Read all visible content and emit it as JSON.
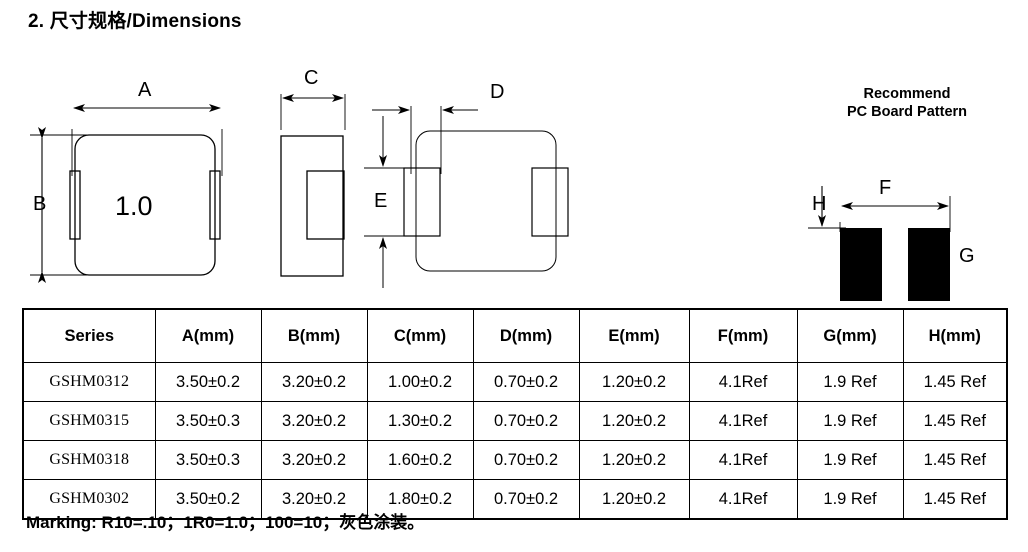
{
  "title": "2. 尺寸规格/Dimensions",
  "drawings": {
    "front_view": {
      "dim_a_label": "A",
      "dim_b_label": "B",
      "marking_text": "1.0"
    },
    "side_view": {
      "dim_c_label": "C"
    },
    "bottom_view": {
      "dim_d_label": "D",
      "dim_e_label": "E"
    },
    "pcb_pattern": {
      "caption_line1": "Recommend",
      "caption_line2": "PC Board Pattern",
      "dim_f_label": "F",
      "dim_g_label": "G",
      "dim_h_label": "H",
      "pad_color": "#000000"
    }
  },
  "table": {
    "headers": [
      "Series",
      "A(mm)",
      "B(mm)",
      "C(mm)",
      "D(mm)",
      "E(mm)",
      "F(mm)",
      "G(mm)",
      "H(mm)"
    ],
    "rows": [
      [
        "GSHM0312",
        "3.50±0.2",
        "3.20±0.2",
        "1.00±0.2",
        "0.70±0.2",
        "1.20±0.2",
        "4.1Ref",
        "1.9 Ref",
        "1.45 Ref"
      ],
      [
        "GSHM0315",
        "3.50±0.3",
        "3.20±0.2",
        "1.30±0.2",
        "0.70±0.2",
        "1.20±0.2",
        "4.1Ref",
        "1.9 Ref",
        "1.45 Ref"
      ],
      [
        "GSHM0318",
        "3.50±0.3",
        "3.20±0.2",
        "1.60±0.2",
        "0.70±0.2",
        "1.20±0.2",
        "4.1Ref",
        "1.9 Ref",
        "1.45 Ref"
      ],
      [
        "GSHM0302",
        "3.50±0.2",
        "3.20±0.2",
        "1.80±0.2",
        "0.70±0.2",
        "1.20±0.2",
        "4.1Ref",
        "1.9 Ref",
        "1.45 Ref"
      ]
    ]
  },
  "marking_note": "Marking: R10=.10；1R0=1.0；100=10；灰色涂装。"
}
